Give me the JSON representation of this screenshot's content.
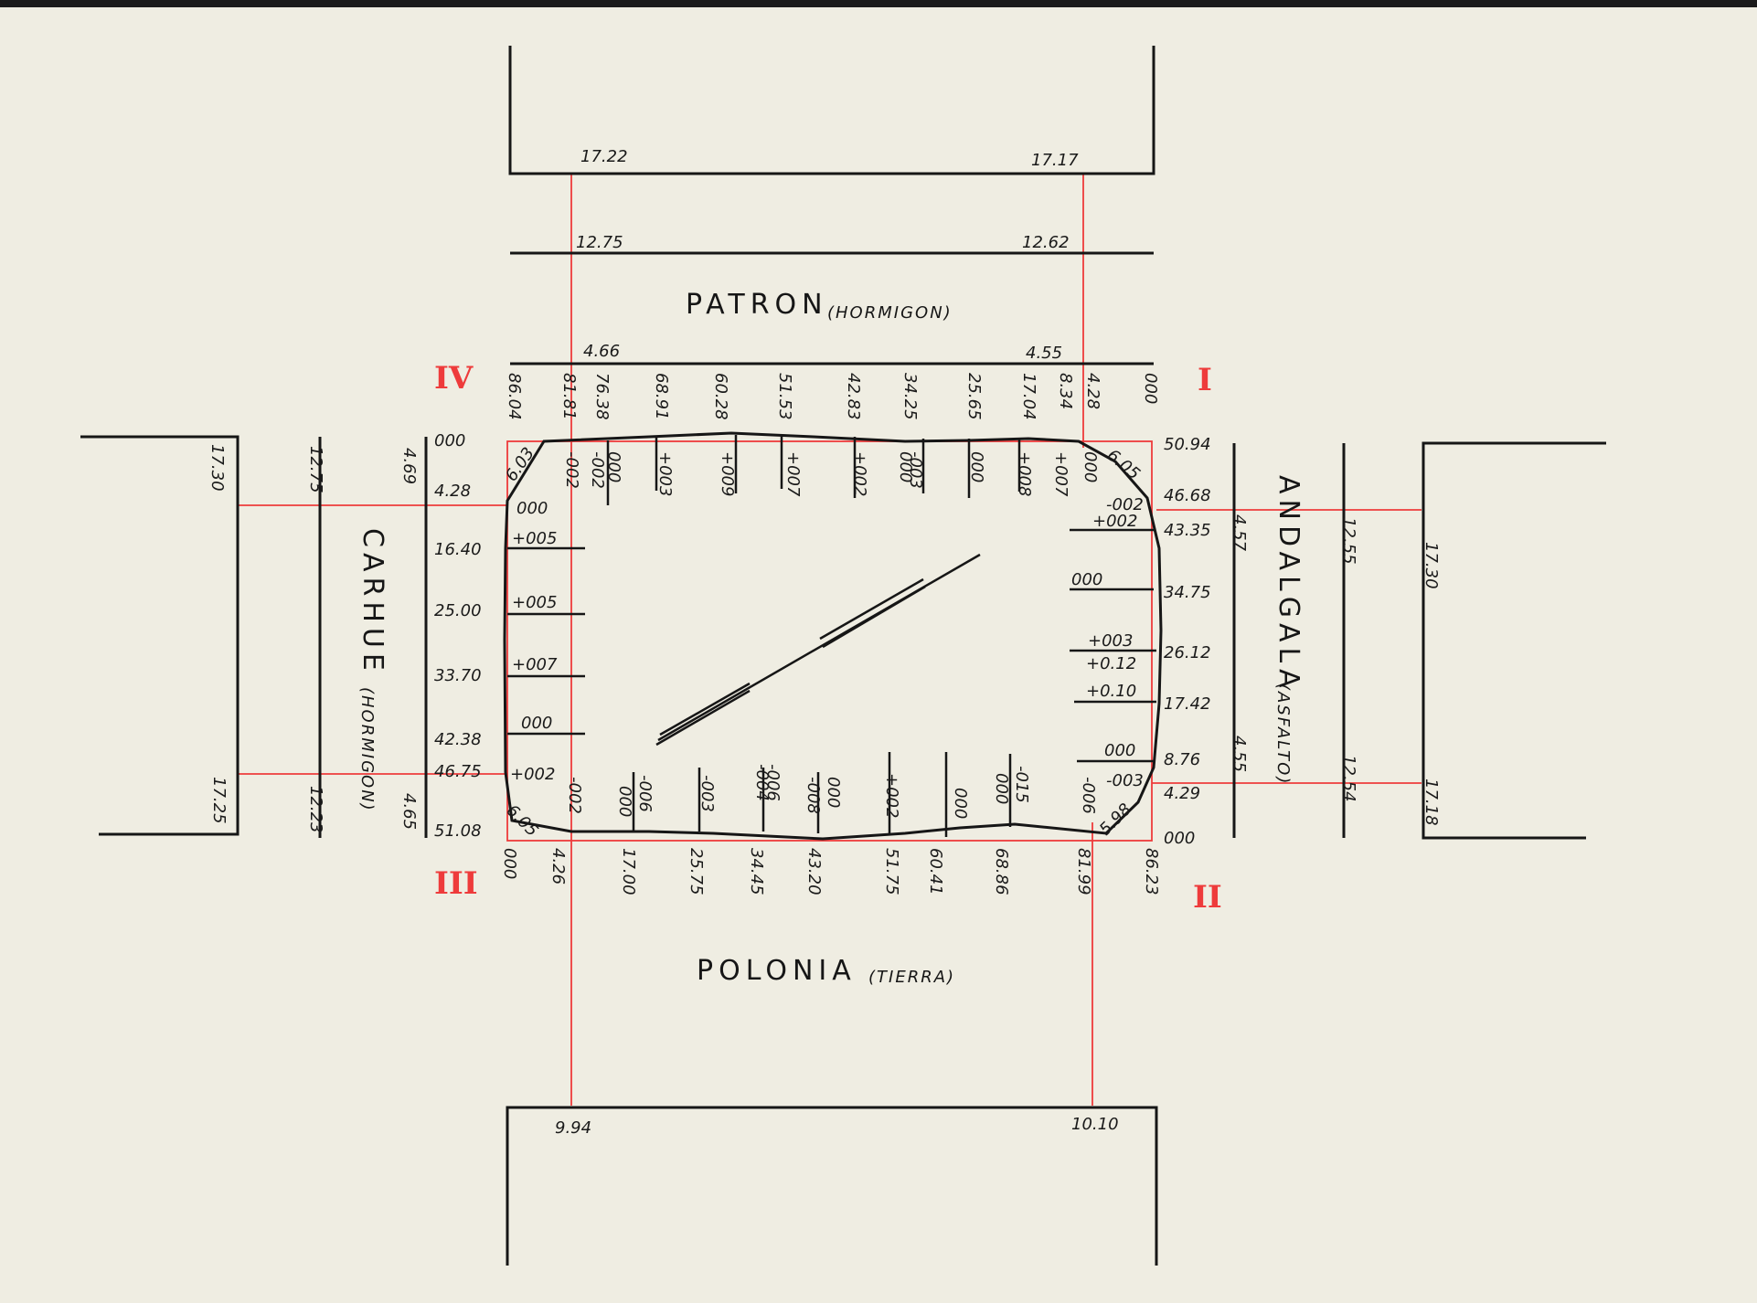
{
  "streets": {
    "top": {
      "name": "PATRON",
      "surface": "(HORMIGON)"
    },
    "bottom": {
      "name": "POLONIA",
      "surface": "(TIERRA)"
    },
    "left": {
      "name": "CARHUE",
      "surface": "(HORMIGON)"
    },
    "right": {
      "name": "ANDALGALA",
      "surface": "(ASFALTO)"
    }
  },
  "corners": {
    "I": "I",
    "II": "II",
    "III": "III",
    "IV": "IV"
  },
  "top_levels": [
    "17.22",
    "17.17",
    "12.75",
    "12.62",
    "4.66",
    "4.55"
  ],
  "bottom_levels": [
    "9.94",
    "10.10"
  ],
  "left_levels": [
    "17.30",
    "17.25",
    "12.75",
    "12.23",
    "4.69",
    "4.65"
  ],
  "right_levels": [
    "17.30",
    "17.18",
    "12.55",
    "12.54",
    "4.57",
    "4.55"
  ],
  "top_chainage": [
    "86.04",
    "81.81",
    "76.38",
    "68.91",
    "60.28",
    "51.53",
    "42.83",
    "34.25",
    "25.65",
    "17.04",
    "8.34",
    "4.28",
    "000"
  ],
  "top_offsets": [
    "-002",
    "-002",
    "000",
    "+003",
    "+009",
    "+007",
    "+002",
    "000",
    "-003",
    "000",
    "+008",
    "+007",
    "000"
  ],
  "bottom_chainage": [
    "000",
    "4.26",
    "17.00",
    "25.75",
    "34.45",
    "43.20",
    "51.75",
    "60.41",
    "68.86",
    "81.99",
    "86.23"
  ],
  "bottom_offsets": [
    "-002",
    "000",
    "-006",
    "-003",
    "-004",
    "-006",
    "-008",
    "000",
    "+002",
    "000",
    "000",
    "-015",
    "-006"
  ],
  "left_chainage": [
    "000",
    "4.28",
    "16.40",
    "25.00",
    "33.70",
    "42.38",
    "46.75",
    "51.08"
  ],
  "left_offsets": [
    "000",
    "+005",
    "+005",
    "+007",
    "000",
    "+002"
  ],
  "right_chainage": [
    "50.94",
    "46.68",
    "43.35",
    "34.75",
    "26.12",
    "17.42",
    "8.76",
    "4.29",
    "000"
  ],
  "right_offsets": [
    "-002",
    "+002",
    "000",
    "+003",
    "+0.12",
    "+0.10",
    "000",
    "-003"
  ],
  "corner_cuts": [
    "6.03",
    "6.05",
    "6.05",
    "5.98"
  ]
}
